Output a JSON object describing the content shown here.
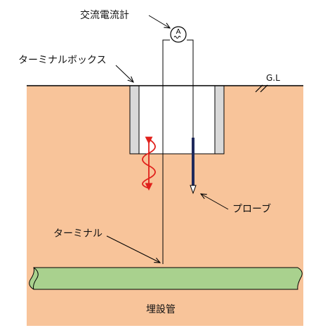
{
  "labels": {
    "ammeter": "交流電流計",
    "terminal_box": "ターミナルボックス",
    "ground_level": "G.L",
    "probe": "プローブ",
    "terminal": "ターミナル",
    "buried_pipe": "埋設管"
  },
  "meter_symbol": "A",
  "colors": {
    "soil": "#F8C49A",
    "pipe": "#A9D18E",
    "box_wall": "#D9D9D9",
    "probe": "#1F2A5C",
    "signal": "#E0201B",
    "line": "#000000"
  },
  "icons": {
    "ground": "ground-hatch-icon",
    "signal": "ac-signal-arrow-icon",
    "meter": "ammeter-circle-icon"
  }
}
